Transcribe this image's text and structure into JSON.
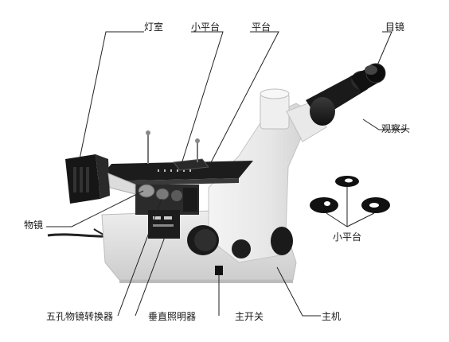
{
  "labels": {
    "lamp_house": "灯室",
    "small_stage": "小平台",
    "stage": "平台",
    "eyepiece": "目镜",
    "viewing_head": "观察头",
    "objective": "物镜",
    "small_stages": "小平台",
    "nosepiece": "五孔物镜转换器",
    "vertical_illuminator": "垂直照明器",
    "main_switch": "主开关",
    "main_body": "主机"
  }
}
